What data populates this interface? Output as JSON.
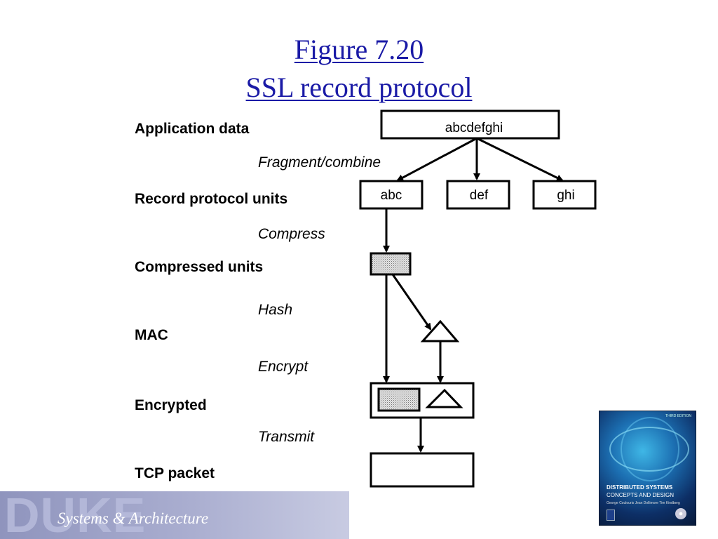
{
  "title": {
    "line1": "Figure 7.20",
    "line2": "SSL record protocol"
  },
  "stages": {
    "application_data": "Application data",
    "record_protocol_units": "Record protocol units",
    "compressed_units": "Compressed units",
    "mac": "MAC",
    "encrypted": "Encrypted",
    "tcp_packet": "TCP packet"
  },
  "operations": {
    "fragment_combine": "Fragment/combine",
    "compress": "Compress",
    "hash": "Hash",
    "encrypt": "Encrypt",
    "transmit": "Transmit"
  },
  "boxes": {
    "application_data": "abcdefghi",
    "fragments": [
      "abc",
      "def",
      "ghi"
    ]
  },
  "footer": {
    "watermark": "DUKE",
    "label": "Systems & Architecture"
  },
  "book_cover": {
    "edition": "THIRD EDITION",
    "title_line1": "DISTRIBUTED SYSTEMS",
    "title_line2": "CONCEPTS AND DESIGN",
    "authors": "George Coulouris  Jean Dollimore  Tim Kindberg"
  },
  "colors": {
    "title": "#1a1aa6",
    "stipple": "#d6d6d6",
    "footer": "#9fa3c9"
  }
}
